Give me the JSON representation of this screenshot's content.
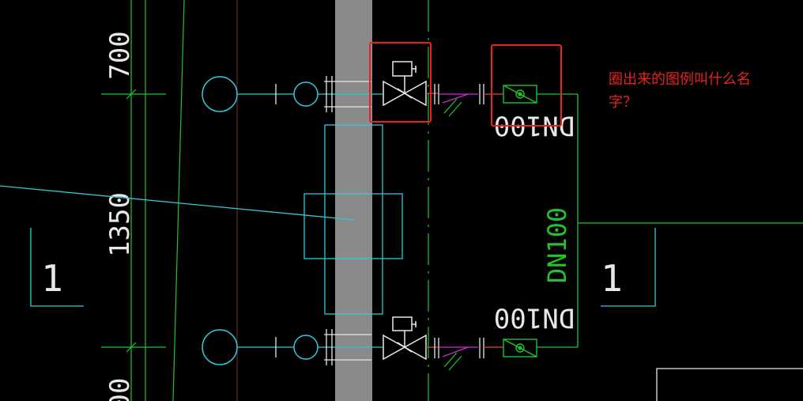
{
  "dimensions": {
    "upper": "700",
    "middle": "1350",
    "lower": "00"
  },
  "pipe_labels": {
    "top": "DN100",
    "bottom": "DN100",
    "vertical": "DN100"
  },
  "section_markers": {
    "left": "1",
    "right": "1"
  },
  "question": "圈出来的图例叫什么名字？",
  "colors": {
    "background": "#000000",
    "cyan": "#33c6d8",
    "green": "#22c42a",
    "white": "#e8e8e8",
    "magenta": "#c42fd6",
    "highlight": "#e8231e",
    "column_gray": "#8a8a8a"
  },
  "highlights": [
    "solenoid-valve-symbol",
    "flow-meter-symbol"
  ]
}
